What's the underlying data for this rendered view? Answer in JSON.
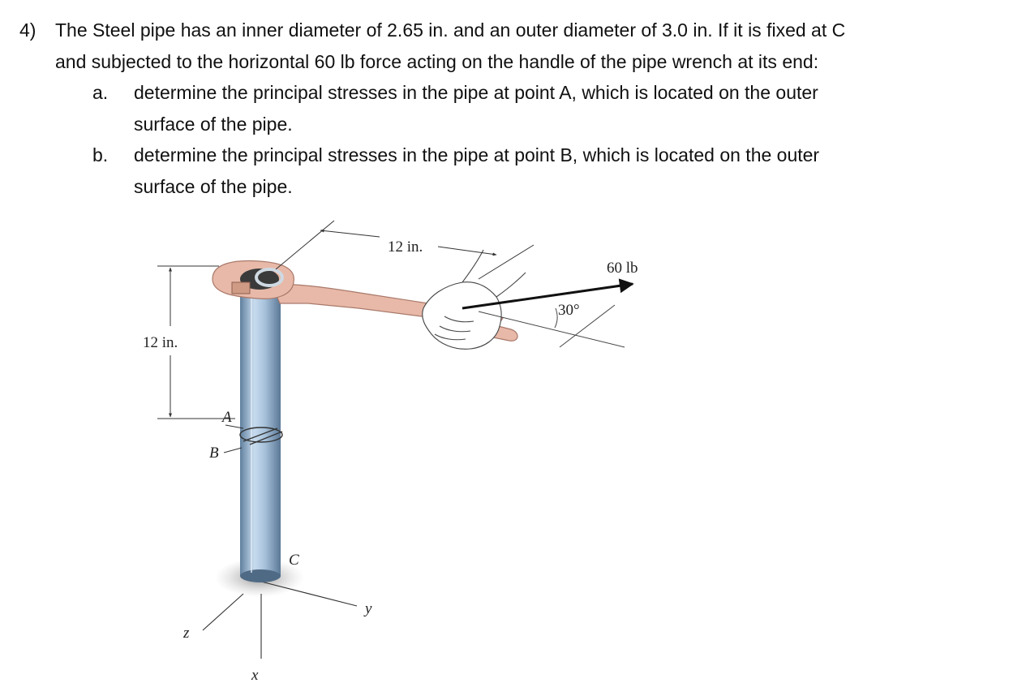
{
  "problem": {
    "number": "4)",
    "intro_line1": "The Steel pipe has an inner diameter of 2.65 in. and an outer diameter of 3.0 in. If it is fixed at C",
    "intro_line2": "and subjected to the horizontal 60 lb force acting on the handle of the pipe wrench at its end:",
    "parts": [
      {
        "letter": "a.",
        "line1": "determine the principal stresses in the pipe at point A, which is located on the outer",
        "line2": "surface of the pipe."
      },
      {
        "letter": "b.",
        "line1": "determine the principal stresses in the pipe at point B, which is located on the outer",
        "line2": "surface of the pipe."
      }
    ]
  },
  "figure": {
    "dim_wrench_length": "12 in.",
    "dim_pipe_height": "12 in.",
    "force_label": "60 lb",
    "angle_label": "30°",
    "point_a": "A",
    "point_b": "B",
    "point_c": "C",
    "axis_x": "x",
    "axis_y": "y",
    "axis_z": "z",
    "colors": {
      "pipe": "#a9c3dc",
      "pipe_dark": "#6f8fae",
      "wrench": "#e8b9a8",
      "wrench_dark": "#b98a7a",
      "force_arrow": "#111111",
      "dimension": "#333333"
    },
    "icons": [
      "pipe-wrench-icon",
      "hand-icon",
      "force-arrow-icon"
    ]
  }
}
